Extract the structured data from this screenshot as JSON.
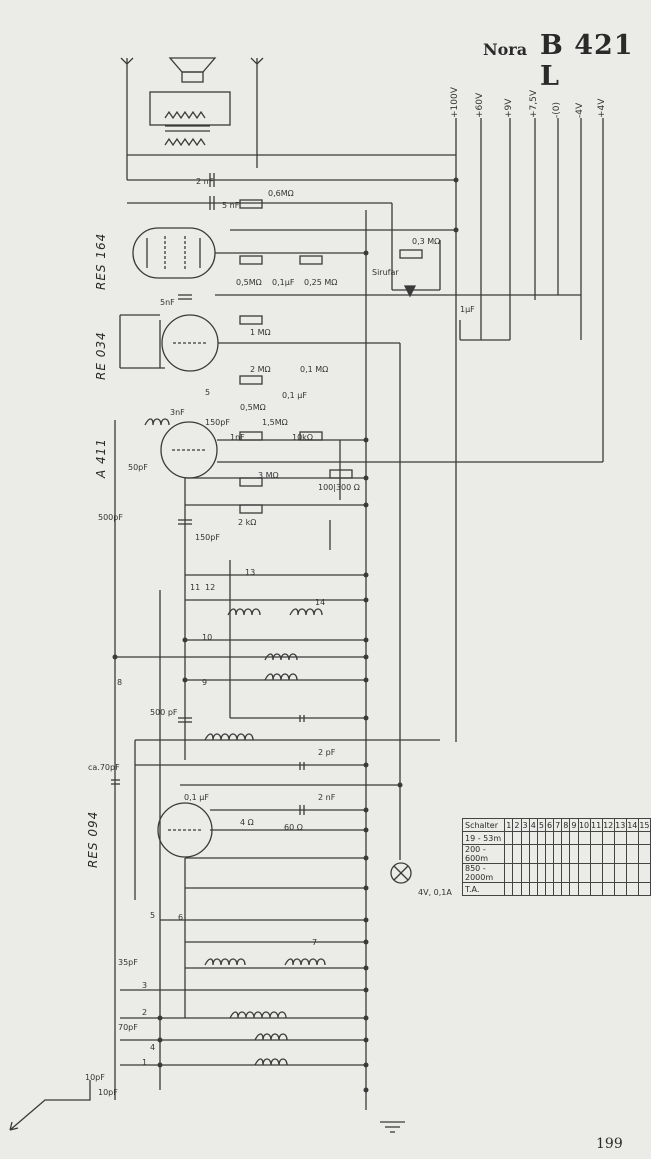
{
  "header": {
    "brand": "Nora",
    "model": "B 421 L"
  },
  "page_number": "199",
  "rails": [
    "+100V",
    "+60V",
    "+9V",
    "+7,5V",
    "-(0)",
    "-4V",
    "+4V"
  ],
  "tubes": [
    "RES 164",
    "RE 034",
    "A 411",
    "RES 094"
  ],
  "components": {
    "top": [
      "2 nF",
      "5 nF",
      "0,6MΩ",
      "0,3 MΩ",
      "Sirufar",
      "1μF"
    ],
    "res164": [
      "5nF",
      "0,5MΩ",
      "0,1μF",
      "0,25 MΩ"
    ],
    "re034": [
      "1 MΩ",
      "2 MΩ",
      "0,1 μF",
      "0,1 MΩ"
    ],
    "a411": [
      "3nF",
      "5",
      "150pF",
      "0,5MΩ",
      "1,5MΩ",
      "1nF",
      "10kΩ",
      "50pF",
      "3 MΩ",
      "100|300 Ω",
      "500pF",
      "2 kΩ",
      "150pF"
    ],
    "switches": [
      "11",
      "12",
      "13",
      "14",
      "10",
      "9",
      "8",
      "7",
      "6",
      "5",
      "4",
      "3",
      "2",
      "1"
    ],
    "rf": [
      "500 pF",
      "ca.70pF",
      "2 pF",
      "0,1 μF",
      "4 Ω",
      "60 Ω",
      "2 nF",
      "4V, 0,1A"
    ],
    "input": [
      "35pF",
      "70pF",
      "10pF",
      "10pF"
    ]
  },
  "switch_table": {
    "header": [
      "Schalter",
      "1",
      "2",
      "3",
      "4",
      "5",
      "6",
      "7",
      "8",
      "9",
      "10",
      "11",
      "12",
      "13",
      "14",
      "15"
    ],
    "rows": [
      "19 - 53m",
      "200 - 600m",
      "850 - 2000m",
      "T.A."
    ]
  }
}
